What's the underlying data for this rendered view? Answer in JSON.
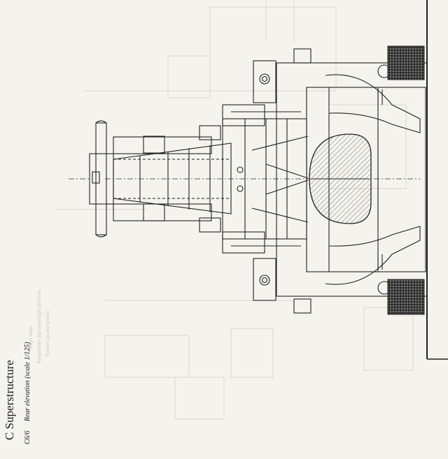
{
  "section": {
    "title": "C Superstructure"
  },
  "caption": {
    "id": "C6/6",
    "text": "Rear elevation (scale 1/125)"
  },
  "colors": {
    "line": "#262626",
    "paper": "#f4f3ee",
    "ghost": "#d3d2cc",
    "hatch": "#555555"
  }
}
